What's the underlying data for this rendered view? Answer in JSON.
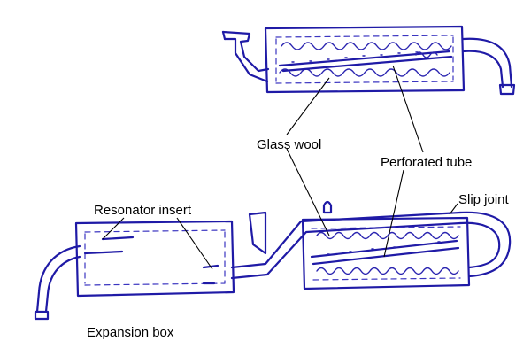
{
  "labels": {
    "glass_wool": "Glass wool",
    "perforated_tube": "Perforated tube",
    "slip_joint": "Slip joint",
    "resonator_insert": "Resonator insert",
    "expansion_box": "Expansion box"
  },
  "colors": {
    "ink": "#1f1aa6",
    "text": "#000000",
    "background": "#ffffff"
  }
}
